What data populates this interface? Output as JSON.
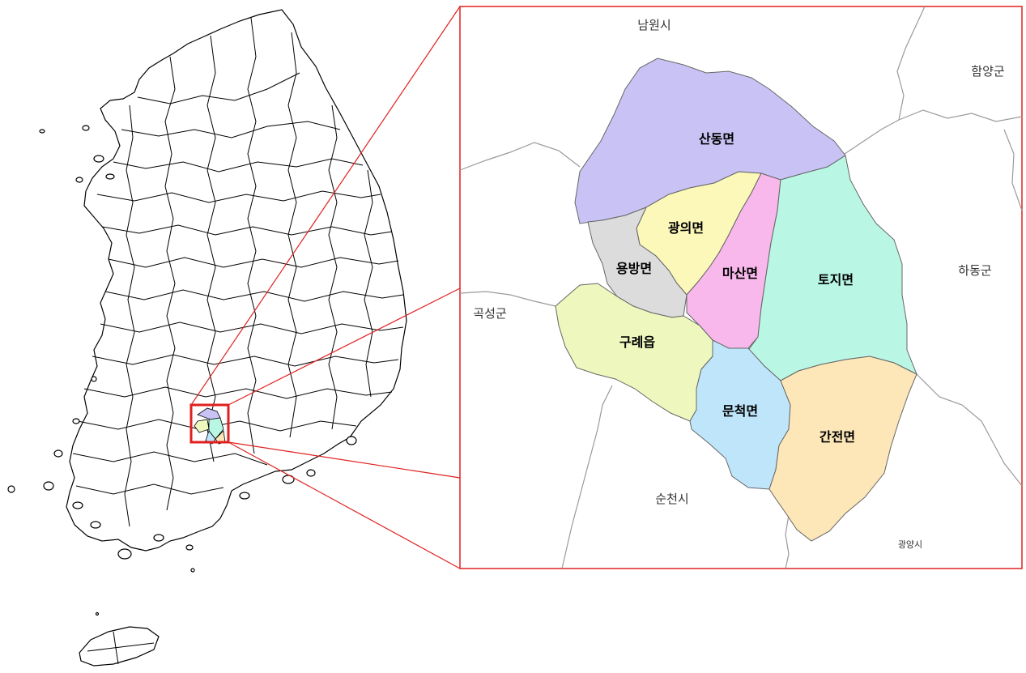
{
  "inset": {
    "districts": [
      {
        "id": "sandong",
        "label": "산동면",
        "color": "#c9c3f5"
      },
      {
        "id": "gwangui",
        "label": "광의면",
        "color": "#fbf8b9"
      },
      {
        "id": "yongbang",
        "label": "용방면",
        "color": "#dcdcdc"
      },
      {
        "id": "masan",
        "label": "마산면",
        "color": "#f8b8ec"
      },
      {
        "id": "toji",
        "label": "토지면",
        "color": "#b9f7e4"
      },
      {
        "id": "gurye",
        "label": "구례읍",
        "color": "#eef8be"
      },
      {
        "id": "munchuk",
        "label": "문척면",
        "color": "#bfe5fb"
      },
      {
        "id": "ganjeon",
        "label": "간전면",
        "color": "#fde7b8"
      }
    ],
    "neighbors": [
      {
        "id": "namwon",
        "label": "남원시"
      },
      {
        "id": "hamyang",
        "label": "함양군"
      },
      {
        "id": "hadong",
        "label": "하동군"
      },
      {
        "id": "gokseong",
        "label": "곡성군"
      },
      {
        "id": "suncheon",
        "label": "순천시"
      },
      {
        "id": "gwangyang",
        "label": "광양시"
      }
    ],
    "frame_color": "#e02020",
    "boundary_color": "#9a9a9a"
  },
  "overview": {
    "outline_color": "#000000",
    "highlight_color": "#e02020"
  }
}
